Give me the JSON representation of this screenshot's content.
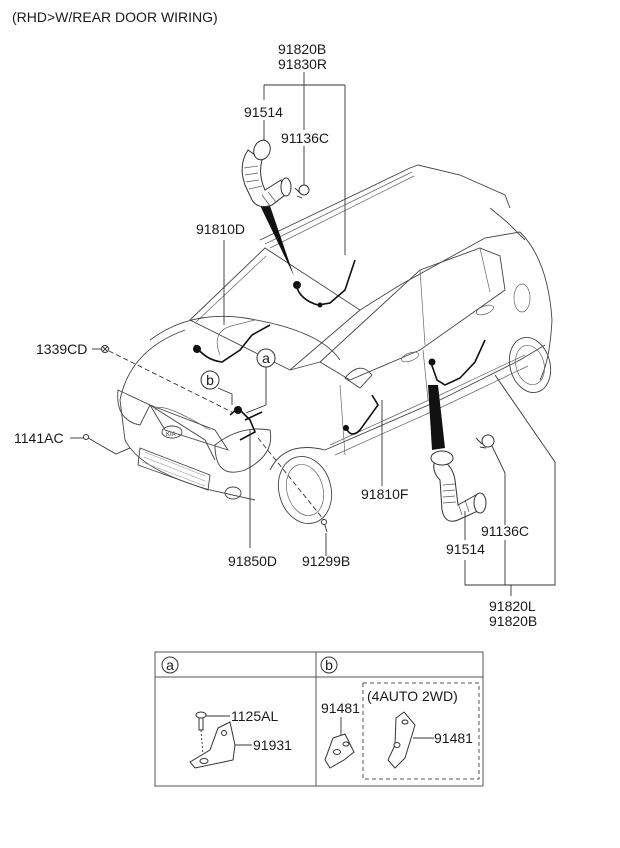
{
  "title": "(RHD>W/REAR DOOR WIRING)",
  "callouts": {
    "front_group_a": "91820B",
    "front_group_b": "91830R",
    "front_grommet": "91514",
    "front_clip": "91136C",
    "roof_harness": "91810D",
    "screw_left": "1339CD",
    "bolt_left": "1141AC",
    "engine_harness": "91850D",
    "screw_bottom": "91299B",
    "floor_harness": "91810F",
    "rear_clip": "91136C",
    "rear_grommet": "91514",
    "rear_group_a": "91820L",
    "rear_group_b": "91820B",
    "ref_a": "a",
    "ref_b": "b"
  },
  "detail_table": {
    "cells": [
      {
        "ref": "a",
        "parts": [
          {
            "number": "1125AL",
            "name": "bolt"
          },
          {
            "number": "91931",
            "name": "bracket"
          }
        ]
      },
      {
        "ref": "b",
        "parts": [
          {
            "number": "91481",
            "name": "bracket"
          }
        ],
        "variant": {
          "label": "(4AUTO 2WD)",
          "parts": [
            {
              "number": "91481",
              "name": "bracket"
            }
          ]
        }
      }
    ]
  }
}
